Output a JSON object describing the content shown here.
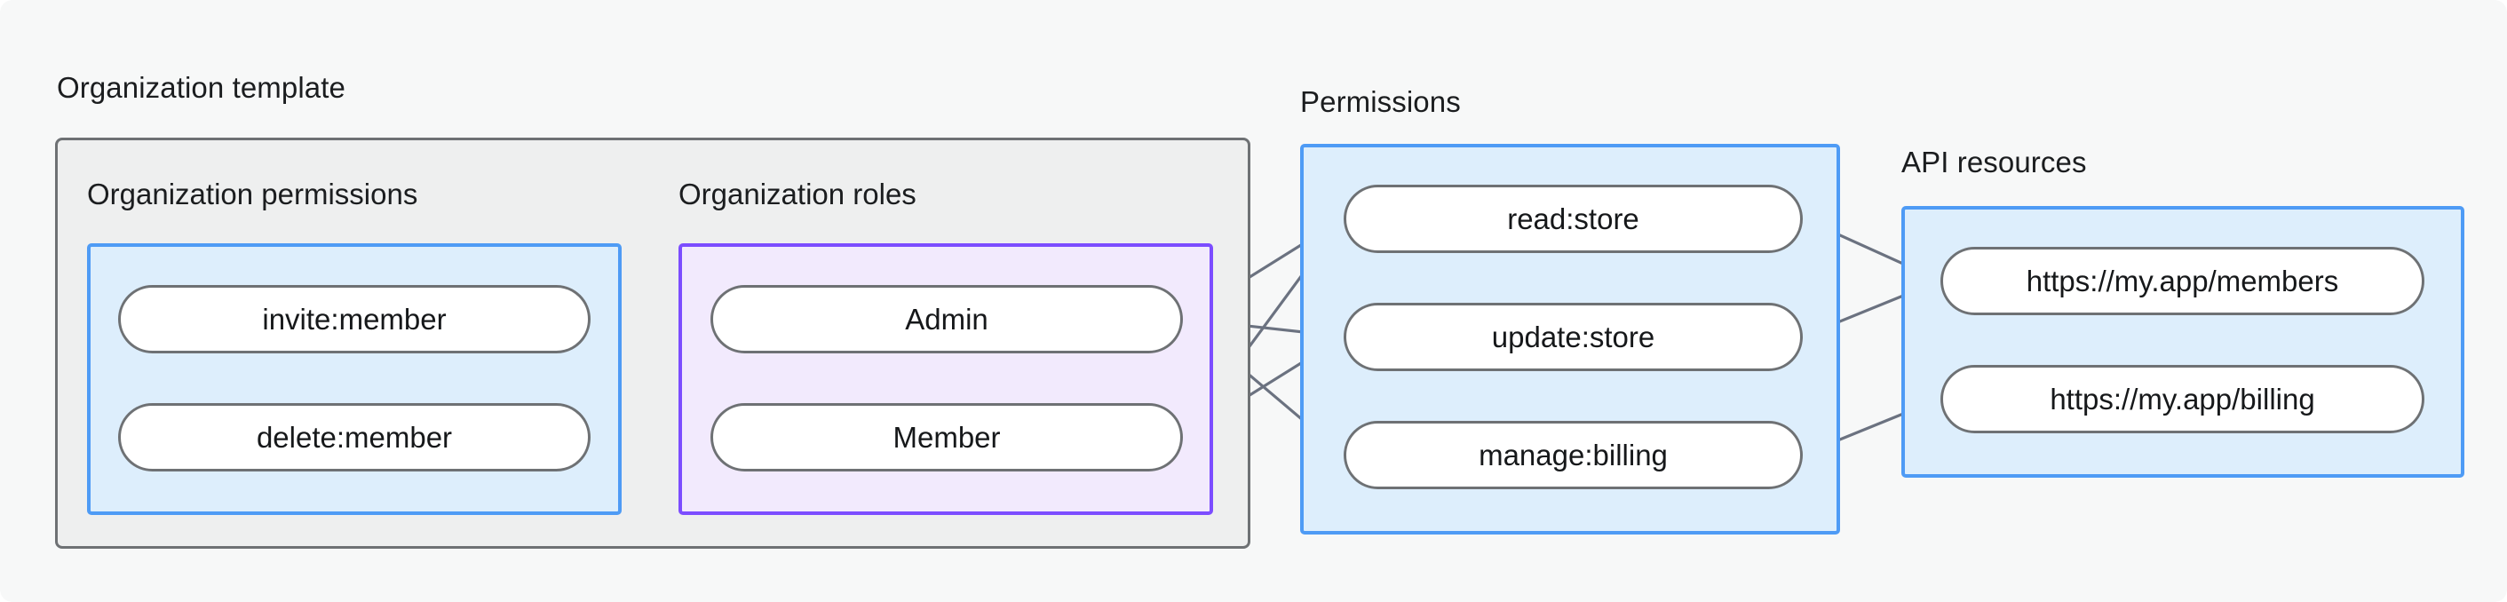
{
  "diagram": {
    "background_color": "#f7f8f8",
    "groups": [
      {
        "id": "organization-template",
        "label": "Organization template"
      },
      {
        "id": "permissions",
        "label": "Permissions"
      },
      {
        "id": "api-resources",
        "label": "API resources"
      },
      {
        "id": "organization-permissions",
        "label": "Organization permissions"
      },
      {
        "id": "organization-roles",
        "label": "Organization roles"
      }
    ],
    "nodes": {
      "organization_permissions": [
        {
          "id": "invite-member",
          "label": "invite:member"
        },
        {
          "id": "delete-member",
          "label": "delete:member"
        }
      ],
      "organization_roles": [
        {
          "id": "admin",
          "label": "Admin"
        },
        {
          "id": "member",
          "label": "Member"
        }
      ],
      "permissions": [
        {
          "id": "read-store",
          "label": "read:store"
        },
        {
          "id": "update-store",
          "label": "update:store"
        },
        {
          "id": "manage-billing",
          "label": "manage:billing"
        }
      ],
      "api_resources": [
        {
          "id": "members",
          "label": "https://my.app/members"
        },
        {
          "id": "billing",
          "label": "https://my.app/billing"
        }
      ]
    },
    "edges": [
      {
        "from": "invite-member",
        "to": "admin"
      },
      {
        "from": "invite-member",
        "to": "member"
      },
      {
        "from": "delete-member",
        "to": "member"
      },
      {
        "from": "admin",
        "to": "read-store"
      },
      {
        "from": "admin",
        "to": "update-store"
      },
      {
        "from": "admin",
        "to": "manage-billing"
      },
      {
        "from": "member",
        "to": "read-store"
      },
      {
        "from": "member",
        "to": "update-store"
      },
      {
        "from": "read-store",
        "to": "members"
      },
      {
        "from": "update-store",
        "to": "members"
      },
      {
        "from": "manage-billing",
        "to": "billing"
      }
    ],
    "colors": {
      "blue_border": "#4e9bf5",
      "blue_fill": "#ddeefc",
      "purple_border": "#7c4dff",
      "purple_fill": "#f2eafd",
      "gray_border": "#6e7174",
      "gray_fill": "#eeefef",
      "edge": "#6b7280",
      "node_fill": "#ffffff",
      "text": "#16181a"
    }
  }
}
